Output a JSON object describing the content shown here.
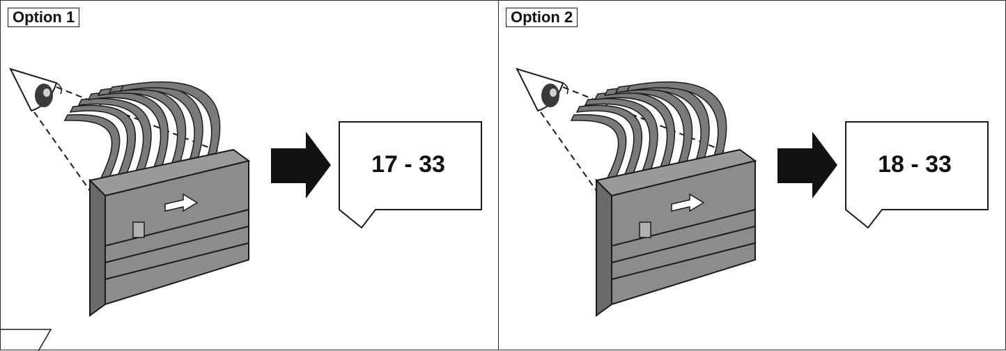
{
  "panels": [
    {
      "label": "Option 1",
      "result": "17 - 33"
    },
    {
      "label": "Option 2",
      "result": "18 - 33"
    }
  ],
  "colors": {
    "connector_body": "#8c8c8c",
    "connector_dark": "#5f5f5f",
    "wire": "#7a7a7a",
    "arrow": "#111111",
    "line": "#1a1a1a"
  },
  "icons": [
    "eye-icon",
    "arrow-right-icon",
    "connector-icon"
  ]
}
